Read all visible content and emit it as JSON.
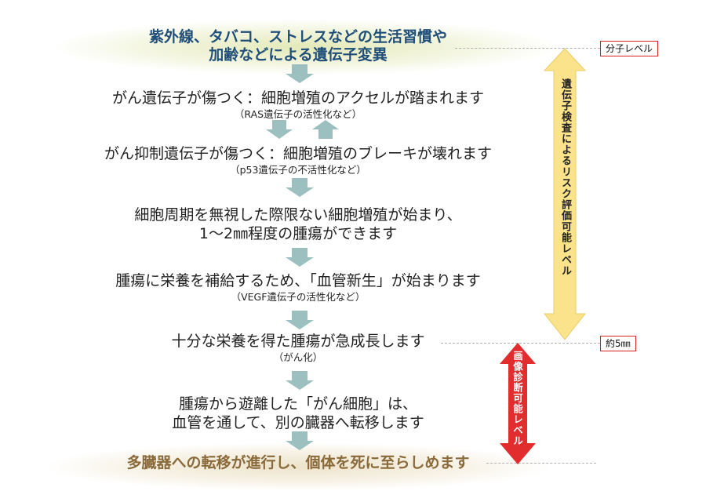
{
  "flow": {
    "top_line1": "紫外線、タバコ、ストレスなどの生活習慣や",
    "top_line2": "加齢などによる遺伝子変異",
    "step1_main": "がん遺伝子が傷つく：細胞増殖のアクセルが踏まれます",
    "step1_sub": "（RAS遺伝子の活性化など）",
    "step2_main": "がん抑制遺伝子が傷つく：細胞増殖のブレーキが壊れます",
    "step2_sub": "（p53遺伝子の不活性化など）",
    "step3_line1": "細胞周期を無視した際限ない細胞増殖が始まり、",
    "step3_line2": "1〜2㎜程度の腫瘍ができます",
    "step4_main": "腫瘍に栄養を補給するため、「血管新生」が始まります",
    "step4_sub": "（VEGF遺伝子の活性化など）",
    "step5_main": "十分な栄養を得た腫瘍が急成長します",
    "step5_sub": "（がん化）",
    "step6_line1": "腫瘍から遊離した「がん細胞」は、",
    "step6_line2": "血管を通して、別の臓器へ転移します",
    "bottom_line": "多臓器への転移が進行し、個体を死に至らしめます"
  },
  "levels": {
    "molecular_label": "分子レベル",
    "size_label": "約5㎜",
    "genetic_test_range": "遺伝子検査によるリスク評価可能レベル",
    "imaging_range": "画像診断可能レベル"
  },
  "colors": {
    "flow_arrow": "#9cbfbf",
    "genetic_arrow": "#fae38a",
    "imaging_arrow": "#e12d2d",
    "label_border": "#d42020"
  }
}
